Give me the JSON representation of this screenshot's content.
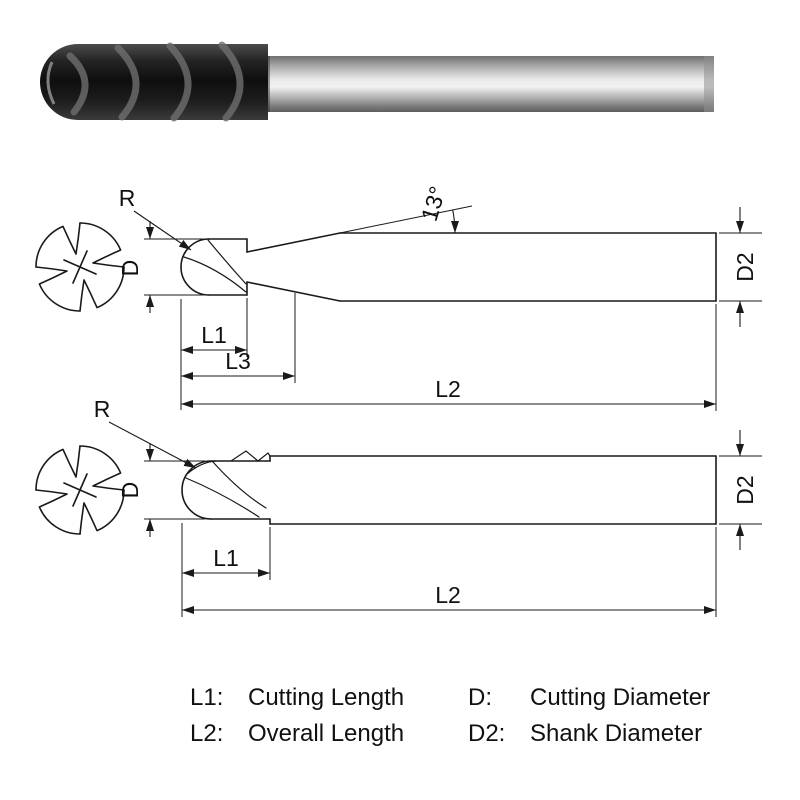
{
  "diagram_tapered": {
    "labels": {
      "radius": "R",
      "cutting_diameter": "D",
      "shank_diameter": "D2",
      "cutting_length": "L1",
      "neck_length": "L3",
      "overall_length": "L2",
      "taper_angle": "13°"
    }
  },
  "diagram_straight": {
    "labels": {
      "radius": "R",
      "cutting_diameter": "D",
      "shank_diameter": "D2",
      "cutting_length": "L1",
      "overall_length": "L2"
    }
  },
  "legend": {
    "items": [
      {
        "key": "L1:",
        "value": "Cutting Length"
      },
      {
        "key": "D:",
        "value": "Cutting Diameter"
      },
      {
        "key": "L2:",
        "value": "Overall Length"
      },
      {
        "key": "D2:",
        "value": "Shank Diameter"
      }
    ]
  },
  "colors": {
    "line": "#1a1a1a",
    "cutter_dark": "#121212",
    "flute_highlight": "#6f6f6f",
    "shank_light": "#f1f1f1",
    "shank_dark": "#616161"
  }
}
